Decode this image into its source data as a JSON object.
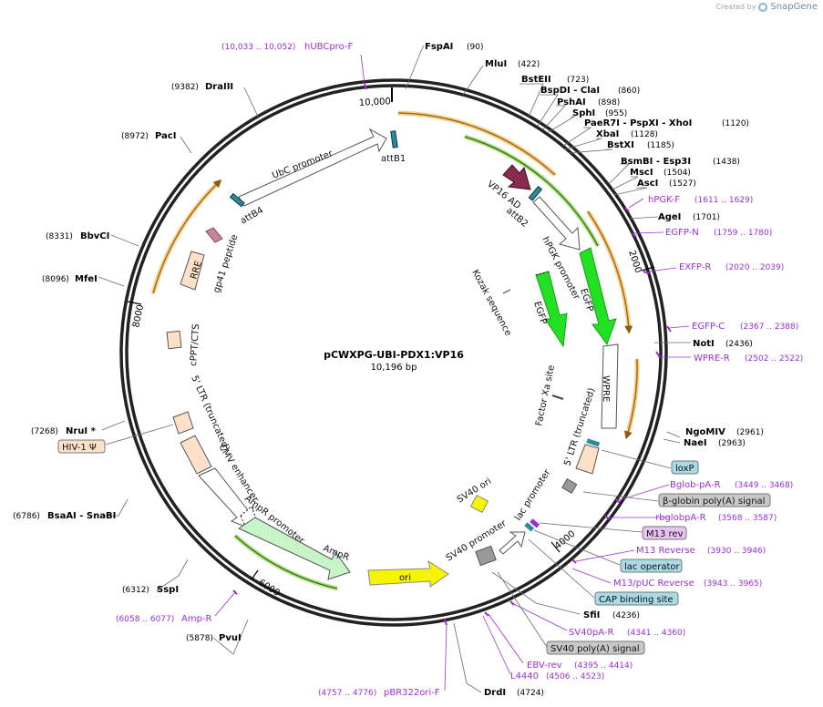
{
  "brand": {
    "created_by": "Created by",
    "name": "SnapGene"
  },
  "plasmid": {
    "name": "pCWXPG-UBI-PDX1:VP16",
    "size": "10,196 bp"
  },
  "ticks": [
    {
      "label": "10,000",
      "bp": 10000
    },
    {
      "label": "2000",
      "bp": 2000
    },
    {
      "label": "4000",
      "bp": 4000
    },
    {
      "label": "6000",
      "bp": 6000
    },
    {
      "label": "8000",
      "bp": 8000
    }
  ],
  "sites": [
    {
      "name": "FspAI",
      "pos": "(90)"
    },
    {
      "name": "MluI",
      "pos": "(422)"
    },
    {
      "name": "BstEII",
      "pos": "(723)"
    },
    {
      "name": "BspDI  - ClaI",
      "pos": "(860)"
    },
    {
      "name": "PshAI",
      "pos": "(898)"
    },
    {
      "name": "SphI",
      "pos": "(955)"
    },
    {
      "name": "PaeR7I  - PspXI  - XhoI",
      "pos": "(1120)"
    },
    {
      "name": "XbaI",
      "pos": "(1128)"
    },
    {
      "name": "BstXI",
      "pos": "(1185)"
    },
    {
      "name": "BsmBI  - Esp3I",
      "pos": "(1438)"
    },
    {
      "name": "MscI",
      "pos": "(1504)"
    },
    {
      "name": "AscI",
      "pos": "(1527)"
    },
    {
      "name": "AgeI",
      "pos": "(1701)"
    },
    {
      "name": "NotI",
      "pos": "(2436)"
    },
    {
      "name": "NgoMIV",
      "pos": "(2961)"
    },
    {
      "name": "NaeI",
      "pos": "(2963)"
    },
    {
      "name": "SfiI",
      "pos": "(4236)"
    },
    {
      "name": "DrdI",
      "pos": "(4724)"
    },
    {
      "name": "PvuI",
      "pos": "(5878)"
    },
    {
      "name": "SspI",
      "pos": "(6312)"
    },
    {
      "name": "BsaAI  - SnaBI",
      "pos": "(6786)"
    },
    {
      "name": "NruI *",
      "pos": "(7268)"
    },
    {
      "name": "MfeI",
      "pos": "(8096)"
    },
    {
      "name": "BbvCI",
      "pos": "(8331)"
    },
    {
      "name": "PacI",
      "pos": "(8972)"
    },
    {
      "name": "DraIII",
      "pos": "(9382)"
    }
  ],
  "primers": [
    {
      "name": "hUBCpro-F",
      "range": "(10,033 .. 10,052)"
    },
    {
      "name": "hPGK-F",
      "range": "(1611 .. 1629)"
    },
    {
      "name": "EGFP-N",
      "range": "(1759 .. 1780)"
    },
    {
      "name": "EXFP-R",
      "range": "(2020 .. 2039)"
    },
    {
      "name": "EGFP-C",
      "range": "(2367 .. 2388)"
    },
    {
      "name": "WPRE-R",
      "range": "(2502 .. 2522)"
    },
    {
      "name": "Bglob-pA-R",
      "range": "(3449 .. 3468)"
    },
    {
      "name": "rbglobpA-R",
      "range": "(3568 .. 3587)"
    },
    {
      "name": "M13 Reverse",
      "range": "(3930 .. 3946)"
    },
    {
      "name": "M13/pUC Reverse",
      "range": "(3943 .. 3965)"
    },
    {
      "name": "SV40pA-R",
      "range": "(4341 .. 4360)"
    },
    {
      "name": "EBV-rev",
      "range": "(4395 .. 4414)"
    },
    {
      "name": "L4440",
      "range": "(4506 .. 4523)"
    },
    {
      "name": "pBR322ori-F",
      "range": "(4757 .. 4776)"
    },
    {
      "name": "Amp-R",
      "range": "(6058 .. 6077)"
    }
  ],
  "boxed_labels": [
    {
      "name": "loxP",
      "color": "#a8dbe6"
    },
    {
      "name": "β-globin poly(A) signal",
      "color": "#c8c8c8"
    },
    {
      "name": "M13 rev",
      "color": "#e6c3f0"
    },
    {
      "name": "lac operator",
      "color": "#a8dbe6"
    },
    {
      "name": "CAP binding site",
      "color": "#a8dbe6"
    },
    {
      "name": "SV40 poly(A) signal",
      "color": "#c8c8c8"
    },
    {
      "name": "HIV-1 Ψ",
      "color": "#fde0c8"
    }
  ],
  "features": {
    "ubc_promoter": "UbC promoter",
    "attB1": "attB1",
    "attB4": "attB4",
    "vp16_ad": "VP16 AD",
    "attB2": "attB2",
    "hpgk_promoter": "hPGK promoter",
    "egfp_outer": "EGFP",
    "egfp_inner": "EGFP",
    "kozak": "Kozak sequence",
    "wpre": "WPRE",
    "factor_xa": "Factor Xa site",
    "ltr3": "5' LTR (truncated)",
    "gp41": "gp41 peptide",
    "rre": "RRE",
    "cppt": "cPPT/CTS",
    "ltr5": "5' LTR (truncated)",
    "cmv": "CMV enhancer",
    "ampr_promoter": "AmpR promoter",
    "ampr": "AmpR",
    "ori": "ori",
    "sv40_ori": "SV40 ori",
    "sv40_promoter": "SV40 promoter",
    "lac_promoter": "lac promoter"
  },
  "colors": {
    "backbone": "#222222",
    "orange_arc": "#f0a830",
    "green_arc": "#6aa830",
    "egfp": "#22e022",
    "ampr": "#c8f5c8",
    "ori": "#f5f500",
    "vp16": "#8a2a50",
    "primer": "#9b30d0",
    "teal": "#2a8a9a"
  }
}
